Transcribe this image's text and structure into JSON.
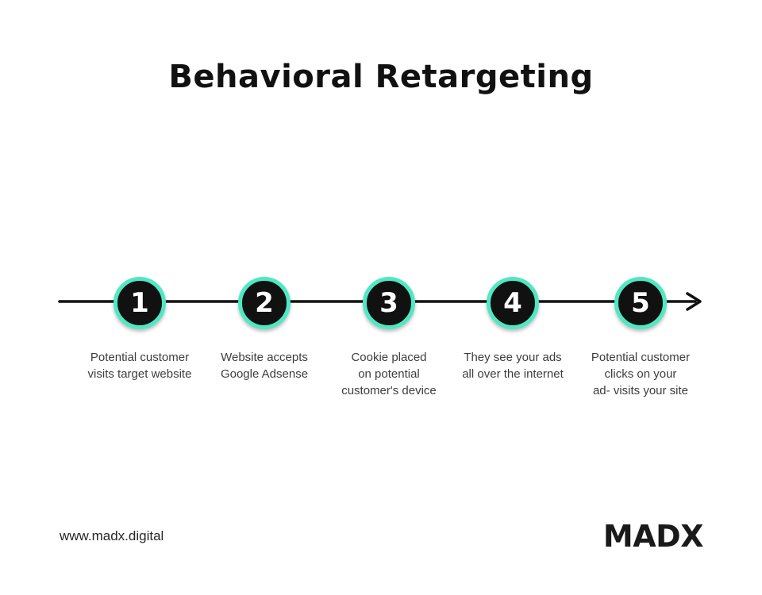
{
  "title": "Behavioral Retargeting",
  "steps": [
    {
      "number": "1",
      "caption": "Potential customer\nvisits target website"
    },
    {
      "number": "2",
      "caption": "Website accepts\nGoogle Adsense"
    },
    {
      "number": "3",
      "caption": "Cookie placed\non potential\ncustomer's device"
    },
    {
      "number": "4",
      "caption": "They see your ads\nall over the internet"
    },
    {
      "number": "5",
      "caption": "Potential customer\nclicks on your\nad- visits your site"
    }
  ],
  "footer": {
    "website_url": "www.madx.digital",
    "logo_text": "MADX"
  },
  "colors": {
    "accent_ring": "#4FE8C4",
    "circle_fill": "#111111",
    "line_color": "#111111",
    "caption_text": "#3D3D3D"
  }
}
